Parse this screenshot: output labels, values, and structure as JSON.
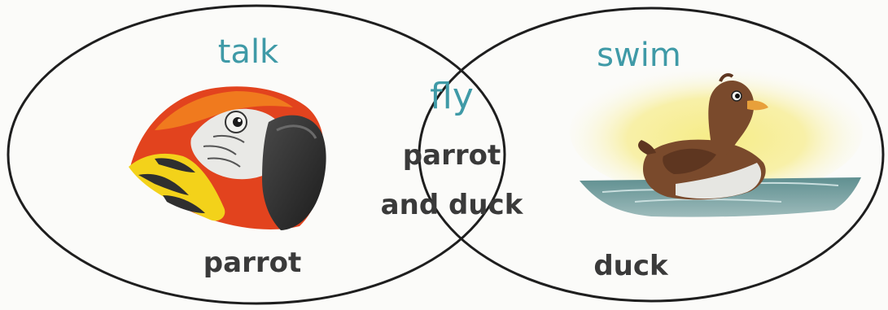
{
  "sets": {
    "left": {
      "heading": "talk",
      "members": "parrot"
    },
    "right": {
      "heading": "swim",
      "members": "duck"
    },
    "overlap": {
      "heading": "fly",
      "members_line1": "parrot",
      "members_line2": "and duck"
    }
  },
  "colors": {
    "heading": "#3f9aa7",
    "text": "#3a3a3a",
    "outline": "#1e1e1e"
  },
  "icons": [
    "parrot-illustration",
    "duck-illustration"
  ]
}
